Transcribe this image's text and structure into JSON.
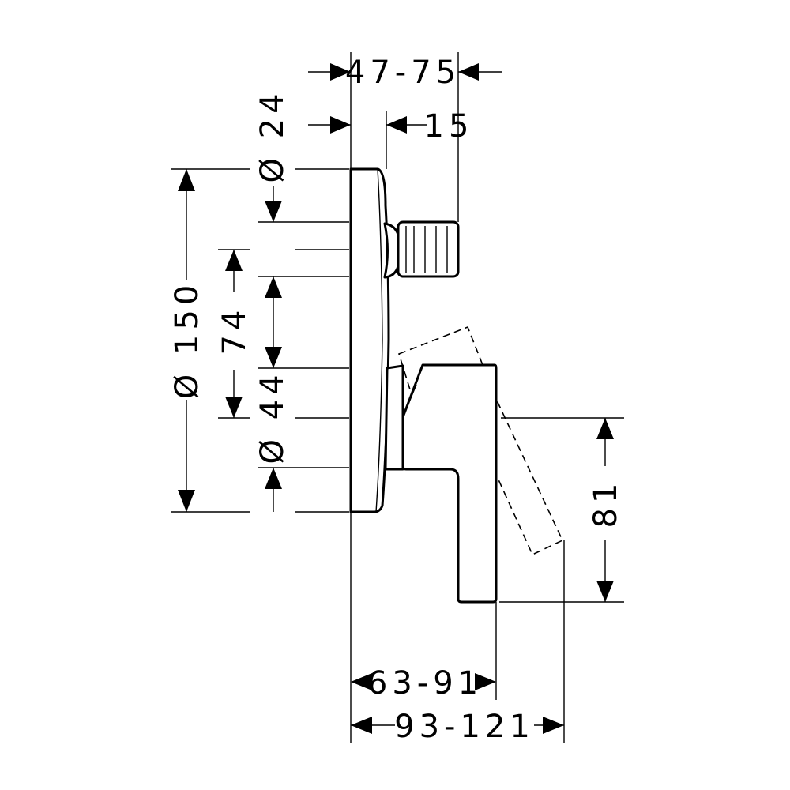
{
  "dimensions": {
    "wall_to_spout_end": "47-75",
    "wall_to_spout_start": "15",
    "spout_diameter": "Ø 24",
    "rosette_diameter": "Ø 150",
    "spout_to_handle_spacing": "74",
    "handle_diameter": "Ø 44",
    "handle_length": "81",
    "wall_to_handle_front": "63-91",
    "wall_to_handle_tip": "93-121"
  },
  "units": ""
}
